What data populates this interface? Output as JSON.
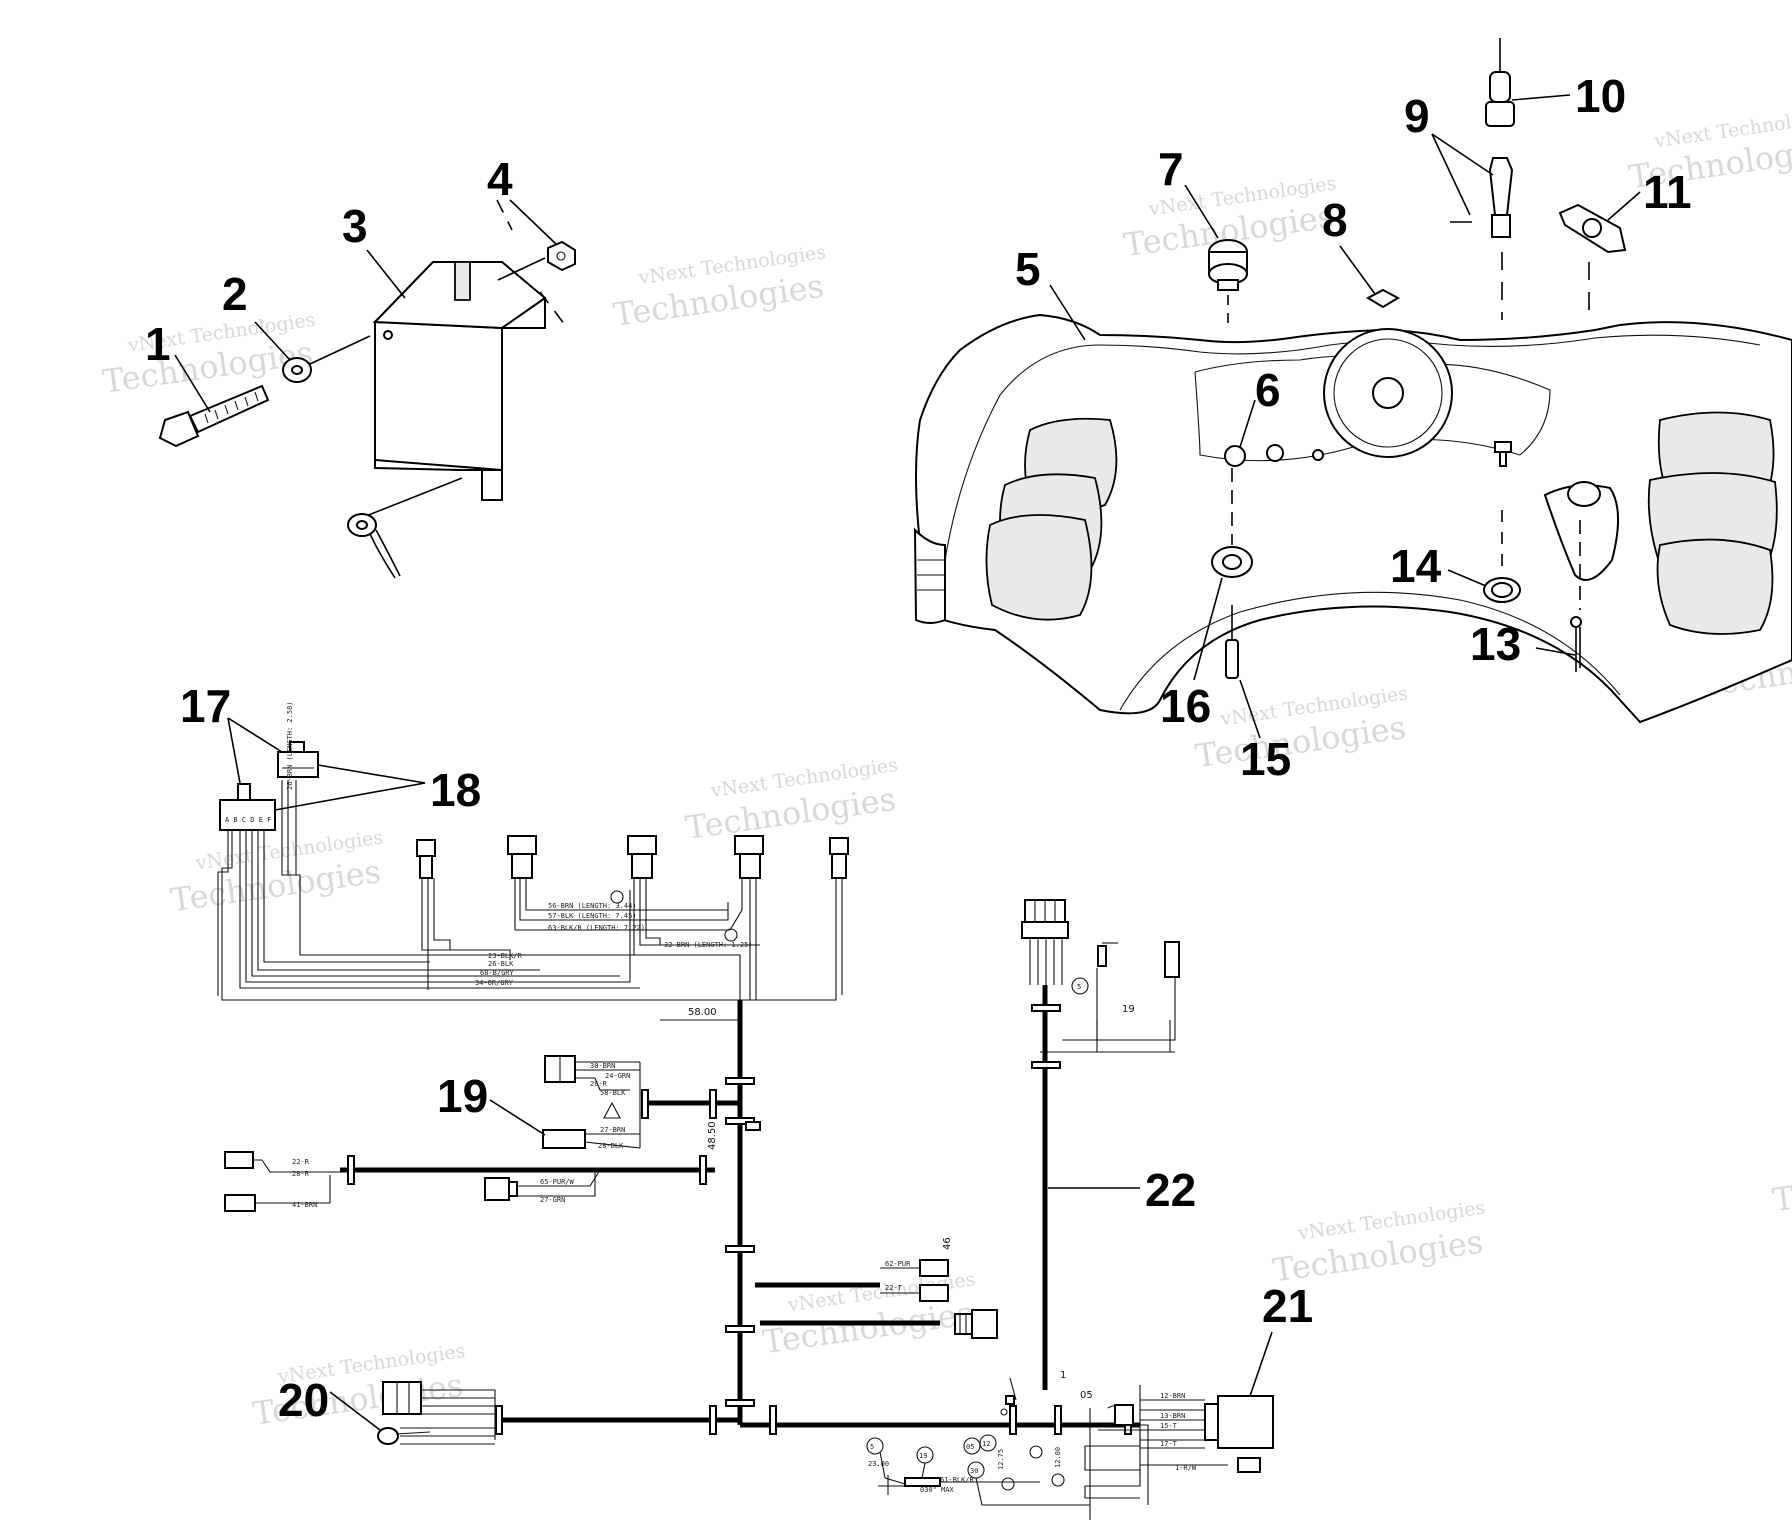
{
  "callouts": [
    {
      "id": "1",
      "label": "1"
    },
    {
      "id": "2",
      "label": "2"
    },
    {
      "id": "3",
      "label": "3"
    },
    {
      "id": "4",
      "label": "4"
    },
    {
      "id": "5",
      "label": "5"
    },
    {
      "id": "6",
      "label": "6"
    },
    {
      "id": "7",
      "label": "7"
    },
    {
      "id": "8",
      "label": "8"
    },
    {
      "id": "9",
      "label": "9"
    },
    {
      "id": "10",
      "label": "10"
    },
    {
      "id": "11",
      "label": "11"
    },
    {
      "id": "13",
      "label": "13"
    },
    {
      "id": "14",
      "label": "14"
    },
    {
      "id": "15",
      "label": "15"
    },
    {
      "id": "16",
      "label": "16"
    },
    {
      "id": "17",
      "label": "17"
    },
    {
      "id": "18",
      "label": "18"
    },
    {
      "id": "19",
      "label": "19"
    },
    {
      "id": "20",
      "label": "20"
    },
    {
      "id": "21",
      "label": "21"
    },
    {
      "id": "22",
      "label": "22"
    }
  ],
  "watermark": {
    "line1": "vNext Technologies",
    "line2": "Technologies"
  },
  "harness_labels": {
    "conn_letters": "A B C D E F",
    "l1": "56-BRN (LENGTH: 3.44)",
    "l2": "57-BLK (LENGTH: 7.45)",
    "l3": "63-BLK/R (LENGTH: 7.22)",
    "l4": "26-BRN (LENGTH: 2.58)",
    "l5": "32-BRN (LENGTH: 1.25)",
    "l6": "23-BLK/R",
    "l7": "26-BLK",
    "l8": "68-B/GRY",
    "l9": "34-OR/GRY",
    "dim_58": "58.00",
    "dim_48": "48.50",
    "dim_23": "23.00",
    "dim_1275": "12.75",
    "dim_1200": "12.00",
    "dim_19": "19",
    "dim_030": "030\" MAX",
    "dim_05": "05",
    "dim_46": "46",
    "dim_1": "1",
    "circ_5a": "5",
    "circ_5b": "5",
    "circ_19": "19",
    "circ_30": "30",
    "circ_12": "12",
    "circ_05": "05",
    "w_30brn": "30-BRN",
    "w_24grn": "24-GRN",
    "w_26r": "26-R",
    "w_58blk": "58-BLK",
    "w_27brn": "27-BRN",
    "w_28blk": "28-BLK",
    "w_22r": "22-R",
    "w_28r": "28-R",
    "w_41brn": "41-BRN",
    "w_65pur": "65-PUR/W",
    "w_27grn": "27-GRN",
    "w_62pur": "62-PUR",
    "w_22t": "22-T",
    "w_12brn": "12-BRN",
    "w_13brn": "13-BRN",
    "w_15t": "15-T",
    "w_17t": "17-T",
    "w_61blk": "61-BLK/R",
    "w_1r": "1-R/W"
  }
}
